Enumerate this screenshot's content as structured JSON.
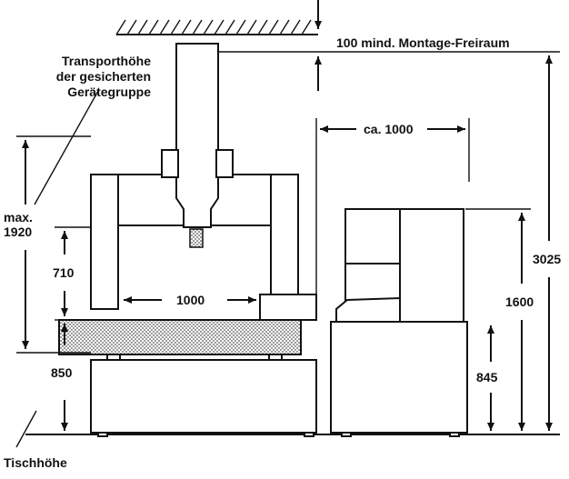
{
  "labels": {
    "transport_line1": "Transporthöhe",
    "transport_line2": "der gesicherten",
    "transport_line3": "Gerätegruppe",
    "clearance": "100 mind. Montage-Freiraum",
    "ca_1000": "ca. 1000",
    "max": "max.",
    "max_1920": "1920",
    "dim_710": "710",
    "dim_1000": "1000",
    "dim_850": "850",
    "tischhoehe": "Tischhöhe",
    "dim_3025": "3025",
    "dim_1600": "1600",
    "dim_845": "845"
  },
  "colors": {
    "line": "#111111",
    "background": "#ffffff",
    "hatch": "#555555"
  }
}
